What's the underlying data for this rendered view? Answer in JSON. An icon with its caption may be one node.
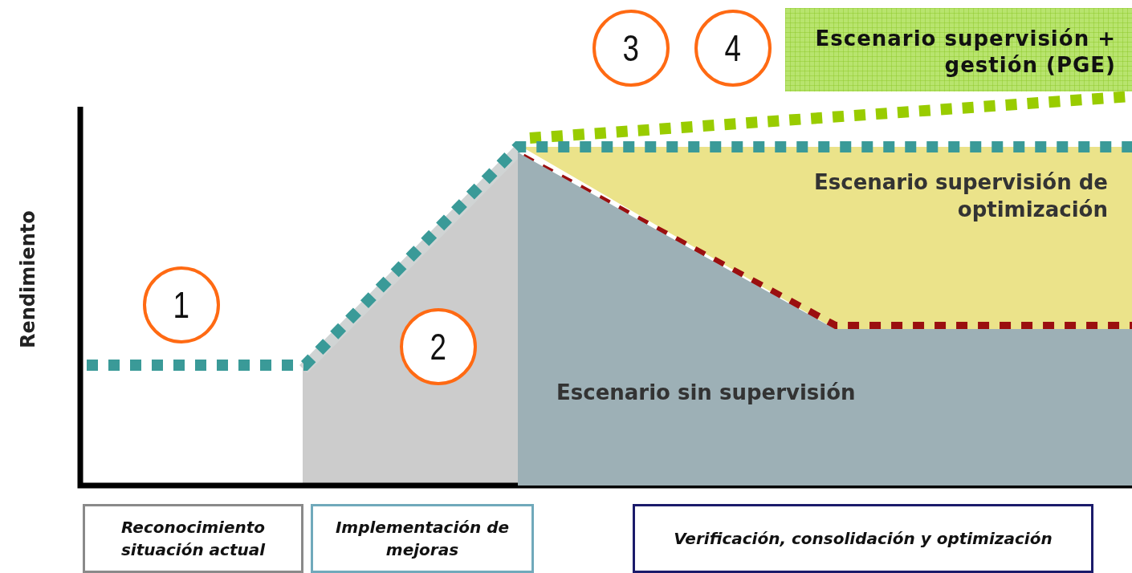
{
  "diagram": {
    "nodes": [
      {
        "text": [
          "3"
        ]
      },
      {
        "text": [
          "4"
        ]
      },
      {
        "text": [
          "Escenario supervisión + gestión (PGE)"
        ]
      },
      {
        "text": [
          "Escenario supervisión de optimización"
        ]
      },
      {
        "text": [
          "1"
        ]
      },
      {
        "text": [
          "2"
        ]
      },
      {
        "text": [
          "Escenario sin supervisión"
        ]
      },
      {
        "text": [
          "Reconocimiento situación actual"
        ]
      },
      {
        "text": [
          "Implementación de mejoras"
        ]
      },
      {
        "text": [
          "Verificación, consolidación y optimización"
        ]
      }
    ],
    "edges": [],
    "labels": [
      "Rendimiento"
    ]
  }
}
